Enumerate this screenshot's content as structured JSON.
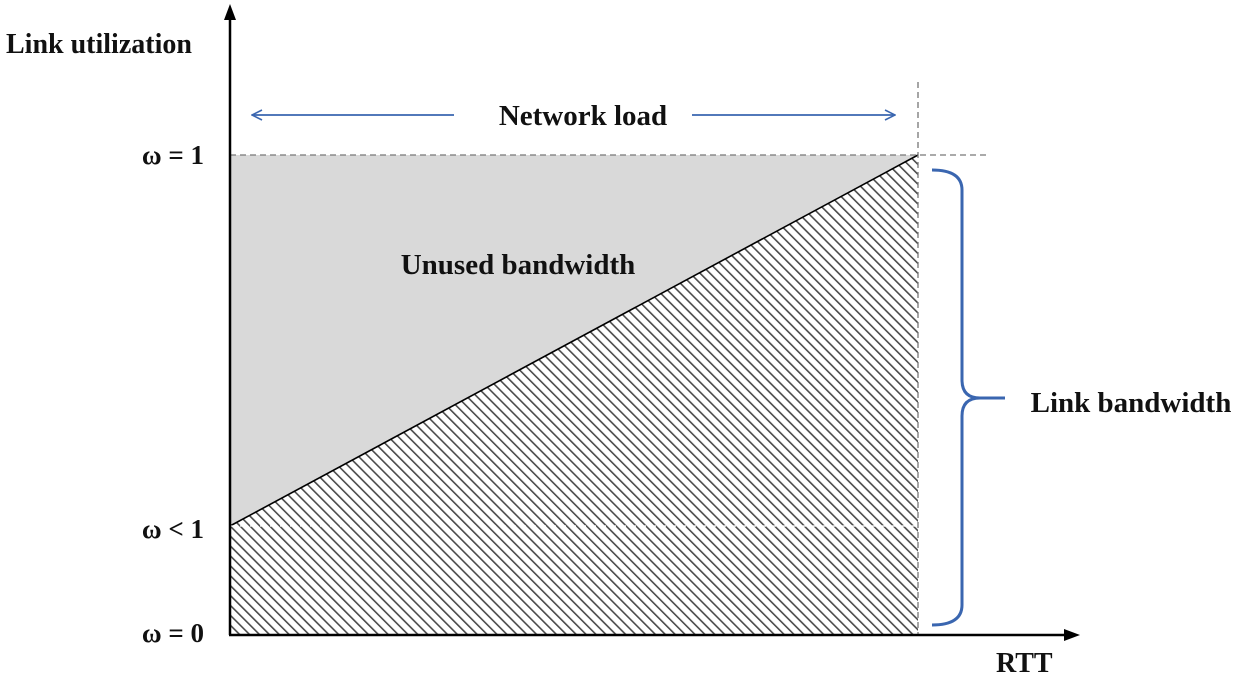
{
  "y_axis_label": "Link utilization",
  "x_axis_label": "RTT",
  "ticks": {
    "top": "ω = 1",
    "mid": "ω < 1",
    "bottom": "ω = 0"
  },
  "annotations": {
    "network_load": "Network load",
    "unused_bandwidth": "Unused bandwidth",
    "link_bandwidth": "Link bandwidth"
  },
  "colors": {
    "axis": "#000000",
    "unused_fill": "#d9d9d9",
    "hatch": "#555555",
    "arrow_blue": "#3a66b0",
    "dashed": "#777777"
  }
}
